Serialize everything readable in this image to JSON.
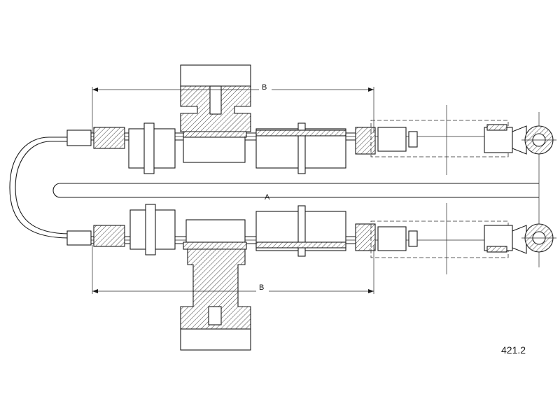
{
  "dimensions": {
    "b_top": "B",
    "b_bottom": "B",
    "a_length": "A"
  },
  "part_number": "421.2",
  "colors": {
    "line": "#1a1a1a",
    "background": "#ffffff"
  }
}
